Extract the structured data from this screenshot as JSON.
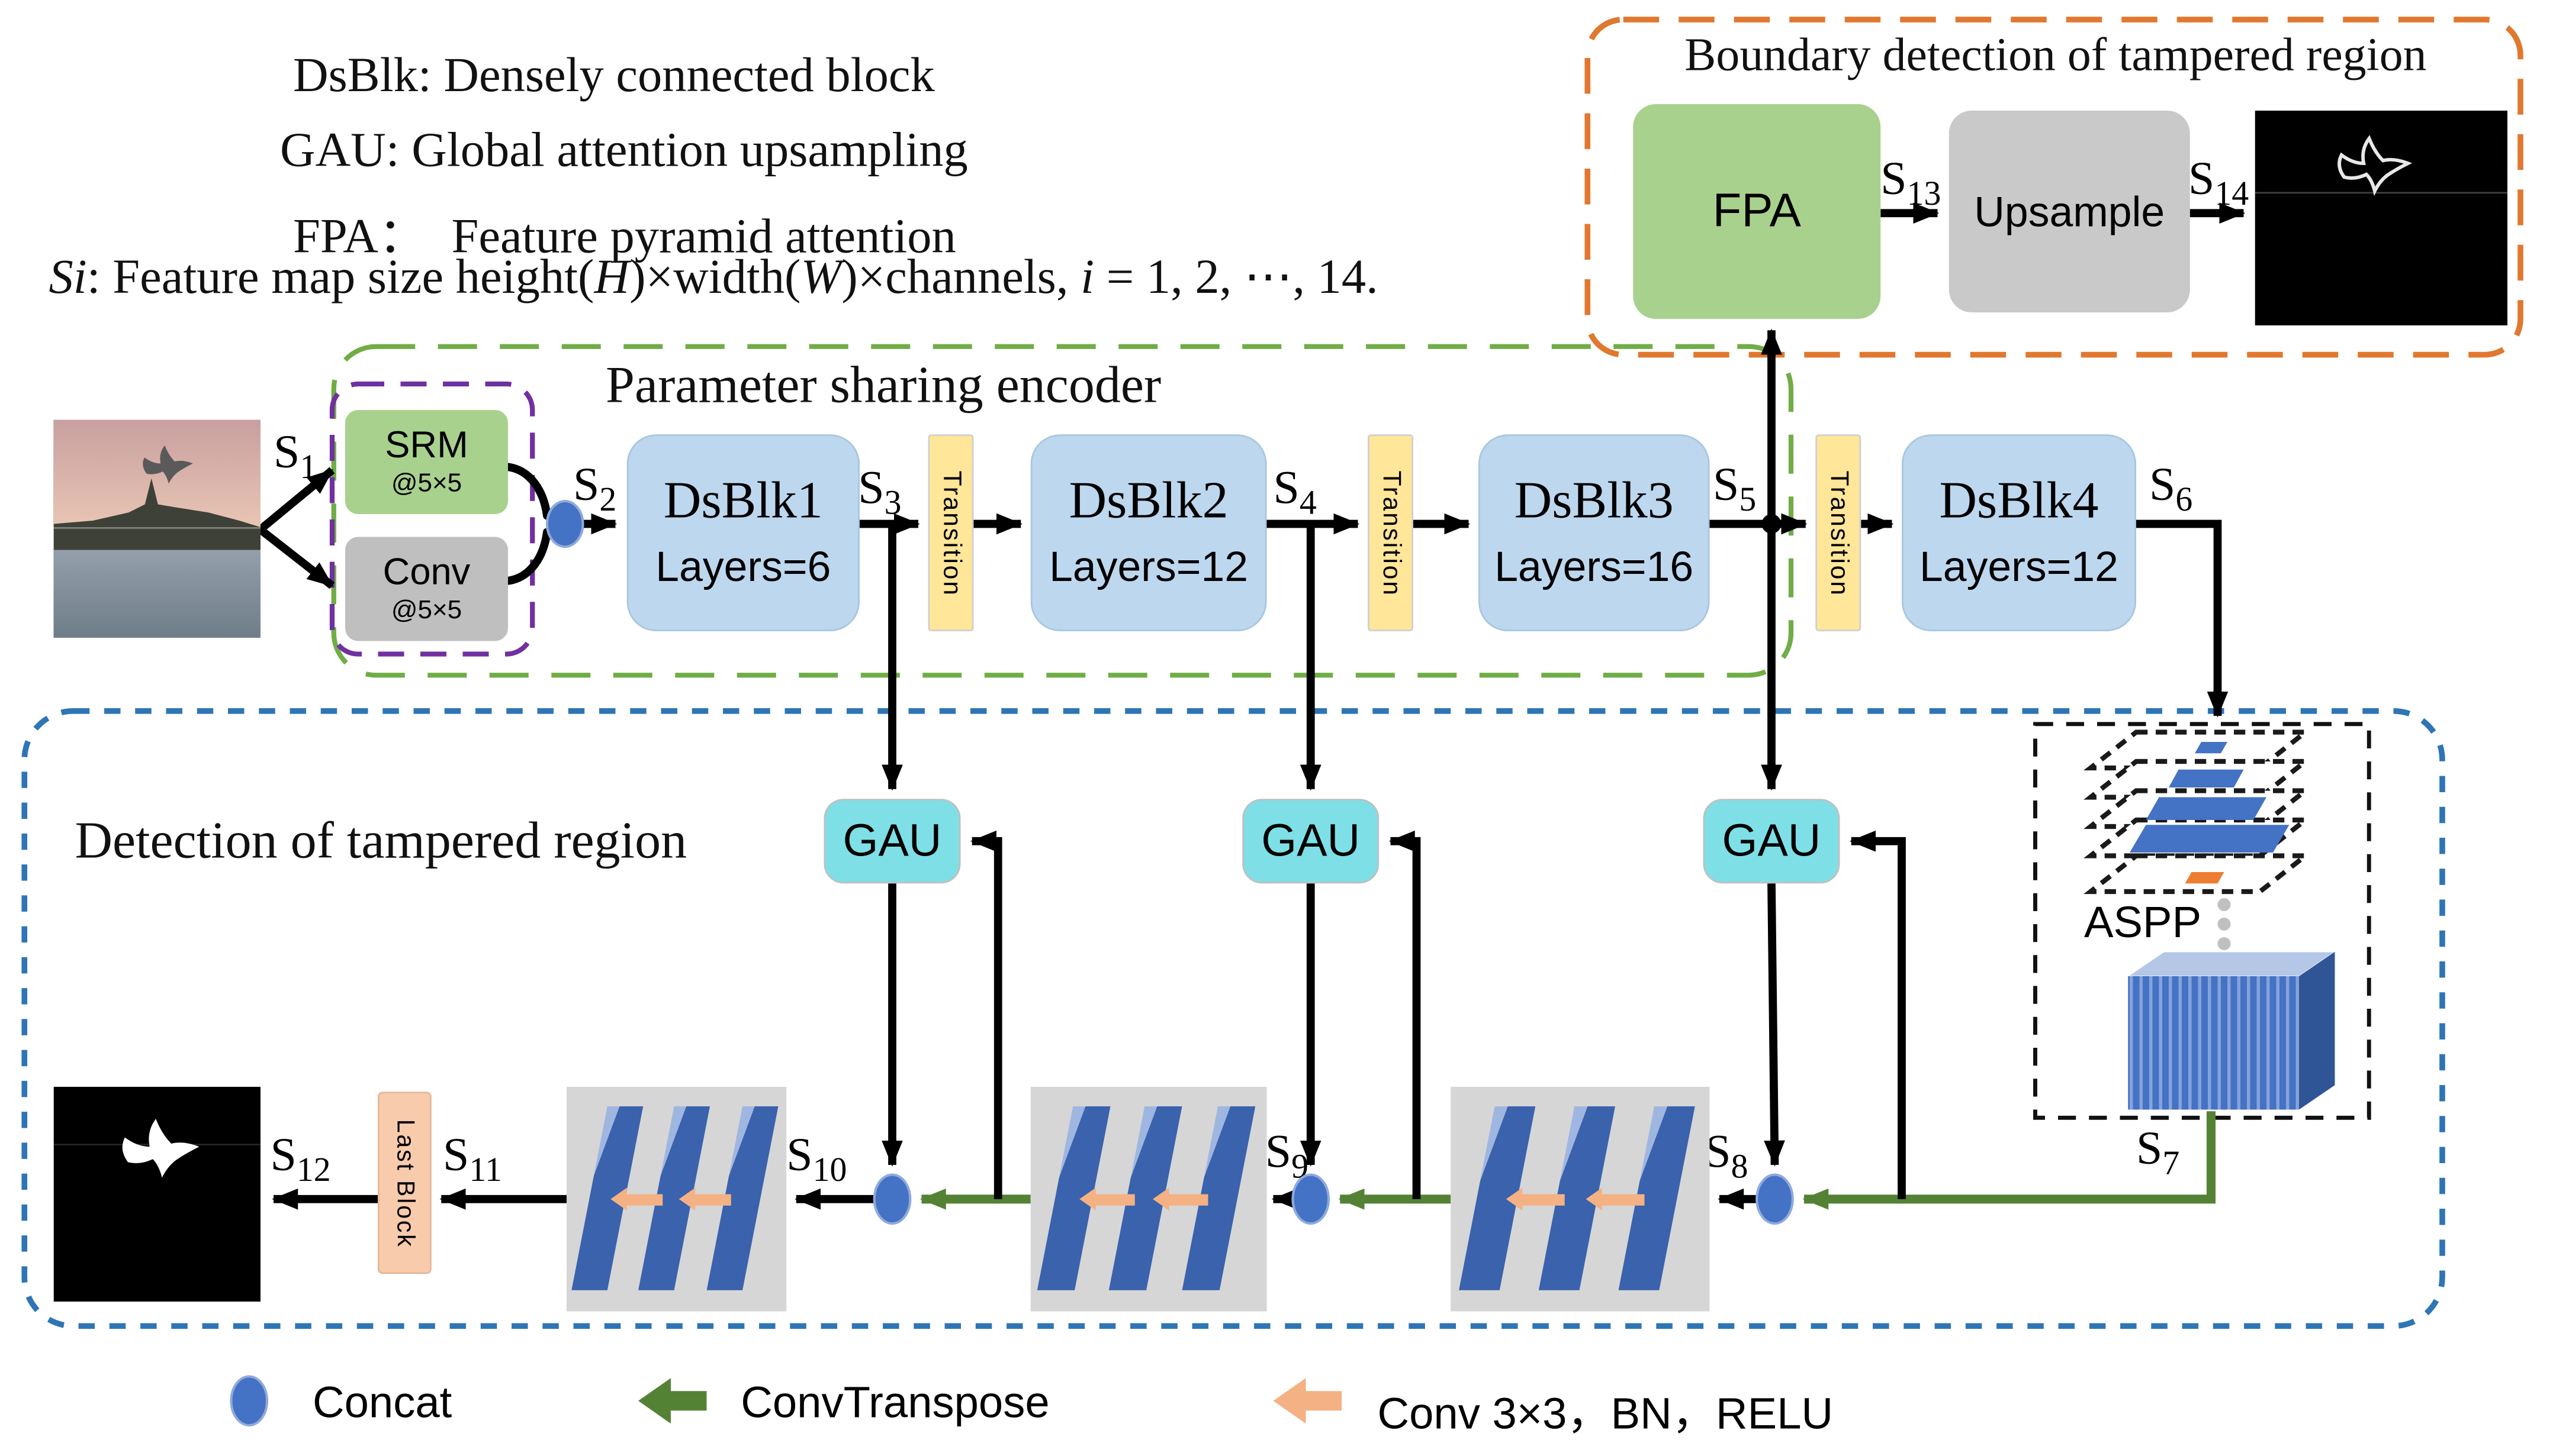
{
  "legend_top": {
    "line1": "DsBlk: Densely connected block",
    "line2": "GAU: Global attention upsampling",
    "line3": "FPA：  Feature pyramid attention",
    "line4_parts": [
      {
        "t": "S",
        "i": true
      },
      {
        "t": "i",
        "i": true
      },
      {
        "t": ": Feature map size height(",
        "i": false
      },
      {
        "t": "H",
        "i": true
      },
      {
        "t": ")×width(",
        "i": false
      },
      {
        "t": "W",
        "i": true
      },
      {
        "t": ")×channels, ",
        "i": false
      },
      {
        "t": "i",
        "i": true
      },
      {
        "t": " = 1, 2, ⋯, 14.",
        "i": false
      }
    ]
  },
  "boundary": {
    "title": "Boundary detection of tampered region",
    "fpa_label": "FPA",
    "upsample_label": "Upsample"
  },
  "encoder": {
    "title": "Parameter sharing encoder",
    "srm": {
      "label": "SRM",
      "kernel": "@5×5"
    },
    "conv": {
      "label": "Conv",
      "kernel": "@5×5"
    },
    "transition_label": "Transition",
    "blocks": [
      {
        "name": "DsBlk1",
        "layers": "Layers=6"
      },
      {
        "name": "DsBlk2",
        "layers": "Layers=12"
      },
      {
        "name": "DsBlk3",
        "layers": "Layers=16"
      },
      {
        "name": "DsBlk4",
        "layers": "Layers=12"
      }
    ]
  },
  "decoder": {
    "title": "Detection of tampered region",
    "gau_label": "GAU",
    "aspp_label": "ASPP",
    "last_block_label": "Last Block"
  },
  "s_labels": {
    "s1": {
      "base": "S",
      "sub": "1"
    },
    "s2": {
      "base": "S",
      "sub": "2"
    },
    "s3": {
      "base": "S",
      "sub": "3"
    },
    "s4": {
      "base": "S",
      "sub": "4"
    },
    "s5": {
      "base": "S",
      "sub": "5"
    },
    "s6": {
      "base": "S",
      "sub": "6"
    },
    "s7": {
      "base": "S",
      "sub": "7"
    },
    "s8": {
      "base": "S",
      "sub": "8"
    },
    "s9": {
      "base": "S",
      "sub": "9"
    },
    "s10": {
      "base": "S",
      "sub": "10"
    },
    "s11": {
      "base": "S",
      "sub": "11"
    },
    "s12": {
      "base": "S",
      "sub": "12"
    },
    "s13": {
      "base": "S",
      "sub": "13"
    },
    "s14": {
      "base": "S",
      "sub": "14"
    }
  },
  "legend_bottom": {
    "concat": "Concat",
    "convtranspose": "ConvTranspose",
    "conv33": "Conv 3×3，BN，RELU"
  },
  "colors": {
    "dsblk_fill": "#BDD7EE",
    "transition_fill": "#FFE699",
    "green_fill": "#A9D18E",
    "gray_fill": "#BFBFBF",
    "gau_fill": "#7FDFE6",
    "last_block_fill": "#F8CBAD",
    "concat_fill": "#4472C4",
    "convtranspose_green": "#548235",
    "conv33_orange": "#F4B183",
    "encoder_dash": "#70AD47",
    "boundary_dash": "#E0782F",
    "detection_dash": "#2E75B6",
    "input_dash": "#7030A0"
  }
}
